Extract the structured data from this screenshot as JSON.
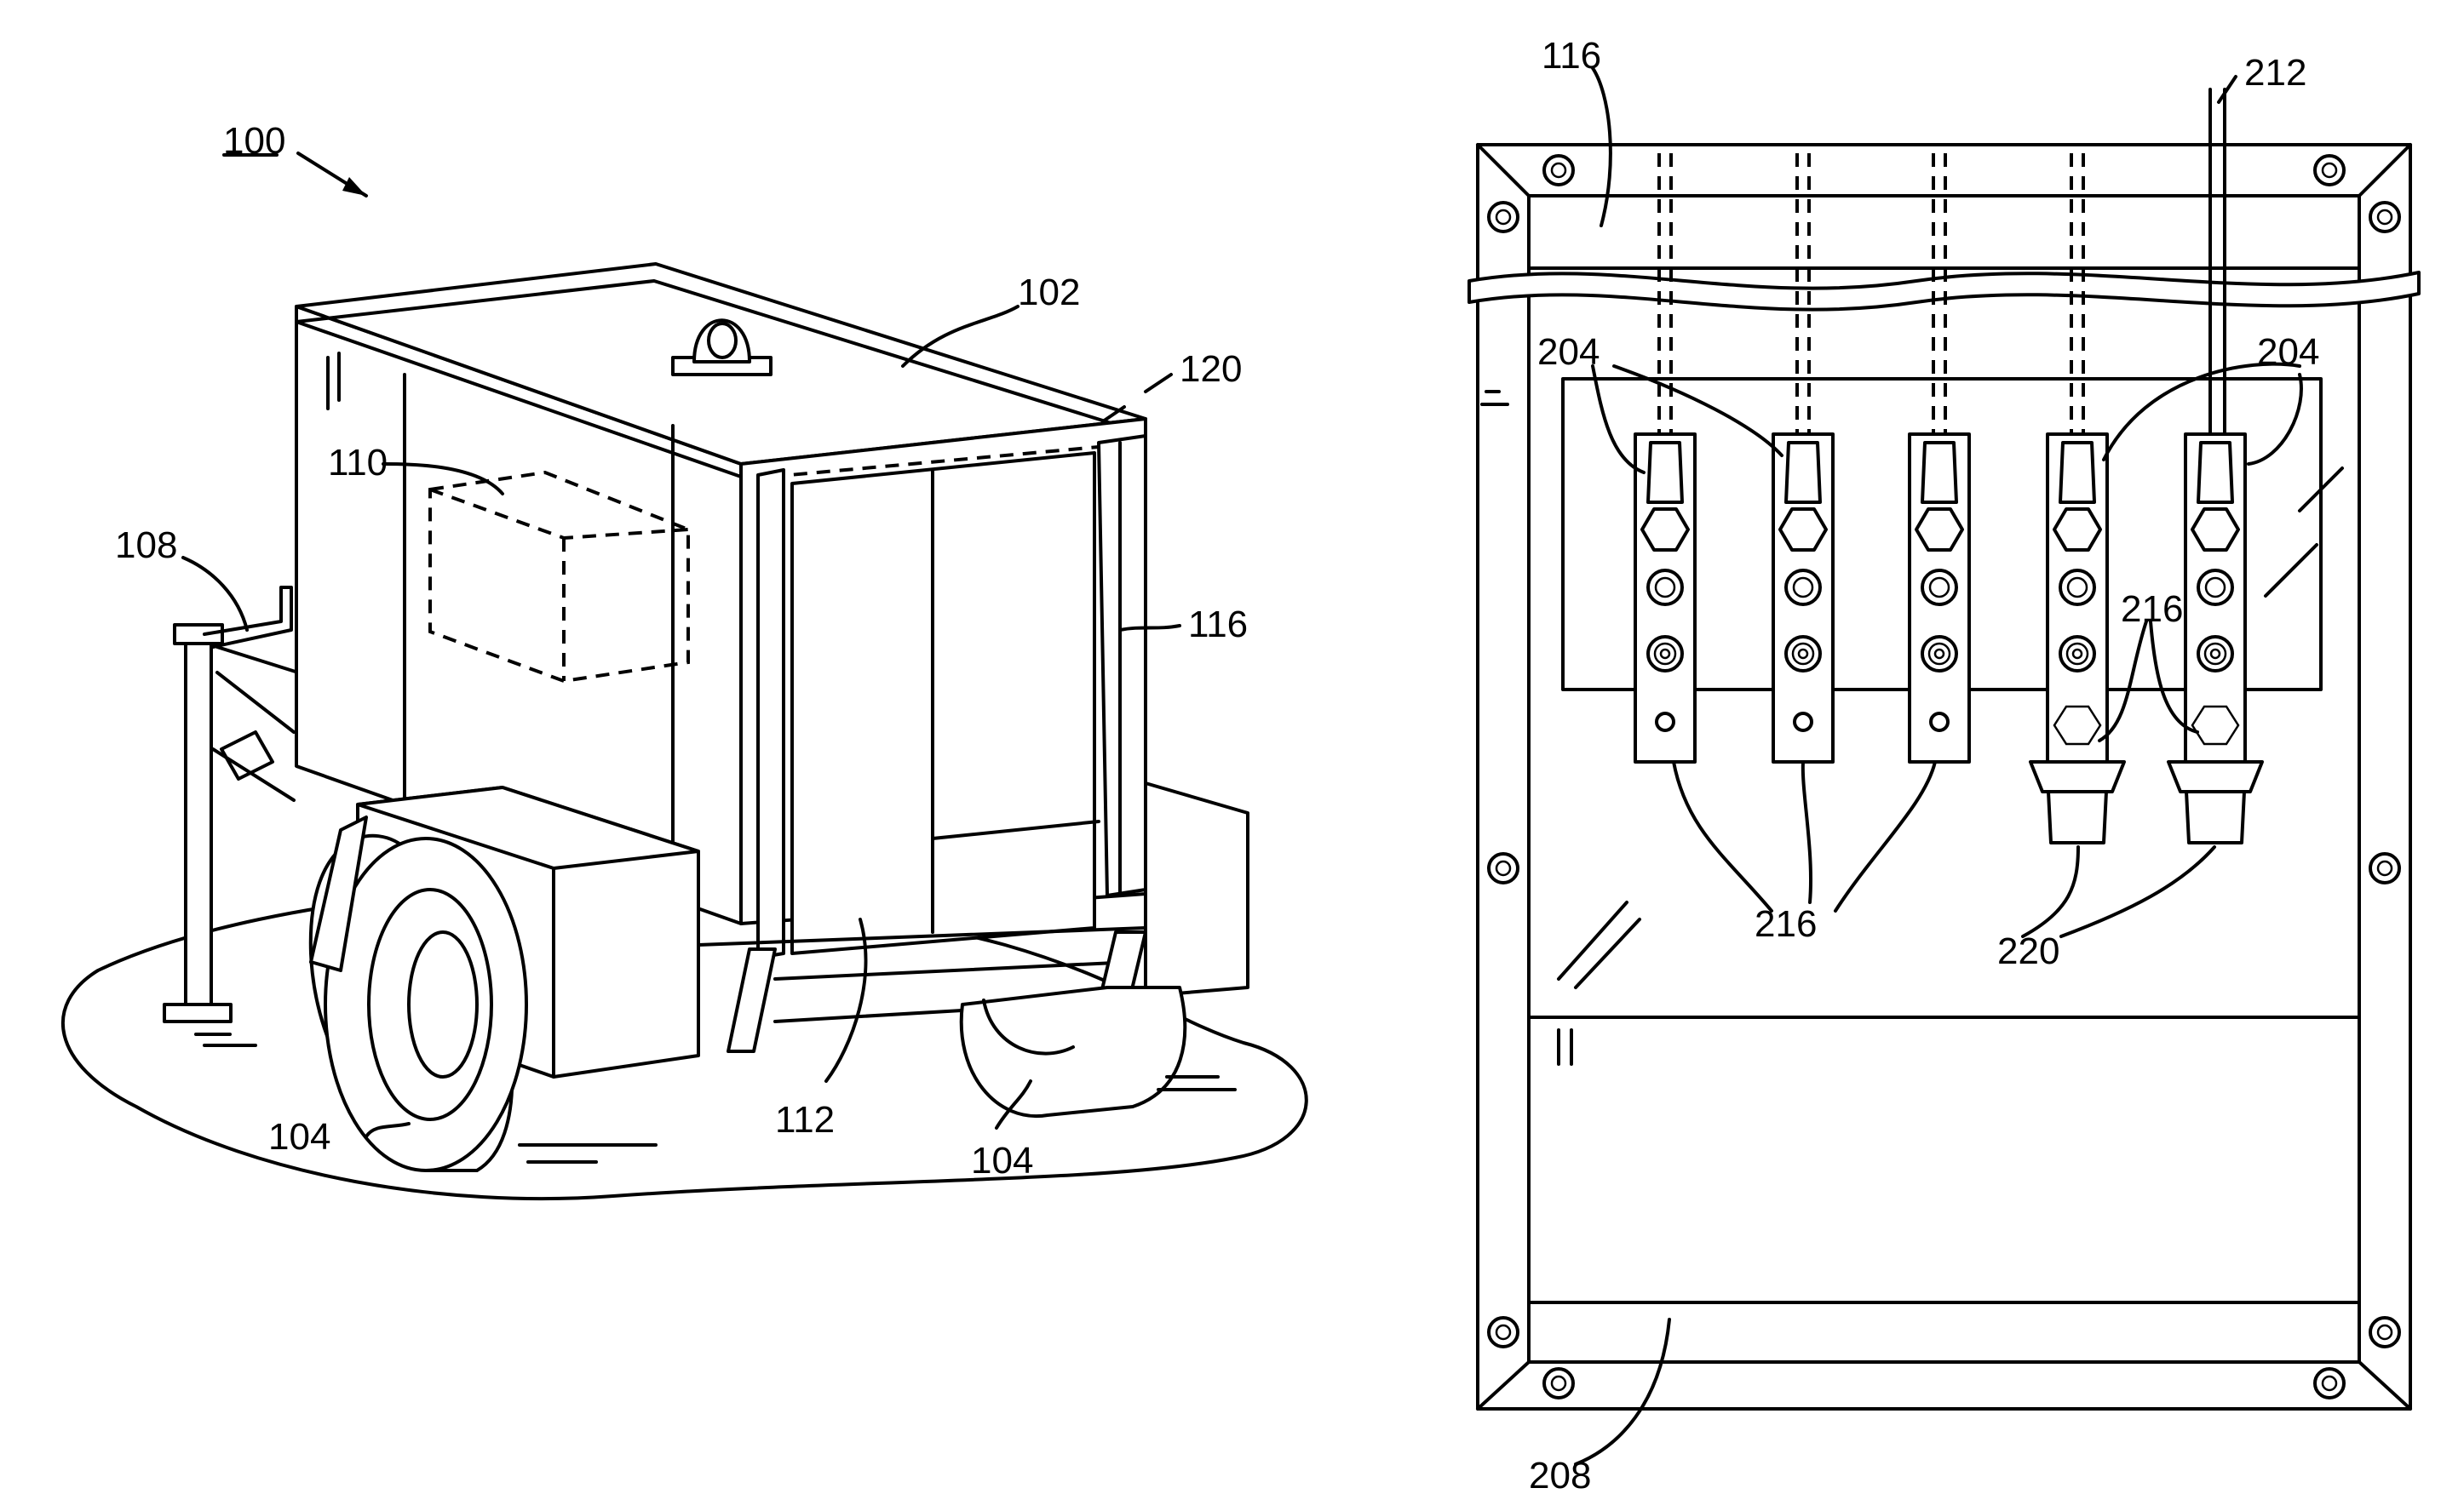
{
  "labels": {
    "fig1_ref": "100",
    "enclosure": "102",
    "wheel_front": "104",
    "wheel_rear": "104",
    "jack_stand": "108",
    "generator": "110",
    "door": "112",
    "panel_fig1": "116",
    "seal": "120",
    "panel_fig2": "116",
    "cable": "212",
    "studs_left": "204",
    "studs_right": "204",
    "terminals_group": "216",
    "terminals_right": "216",
    "receptacles": "220",
    "bottom_plate": "208"
  }
}
